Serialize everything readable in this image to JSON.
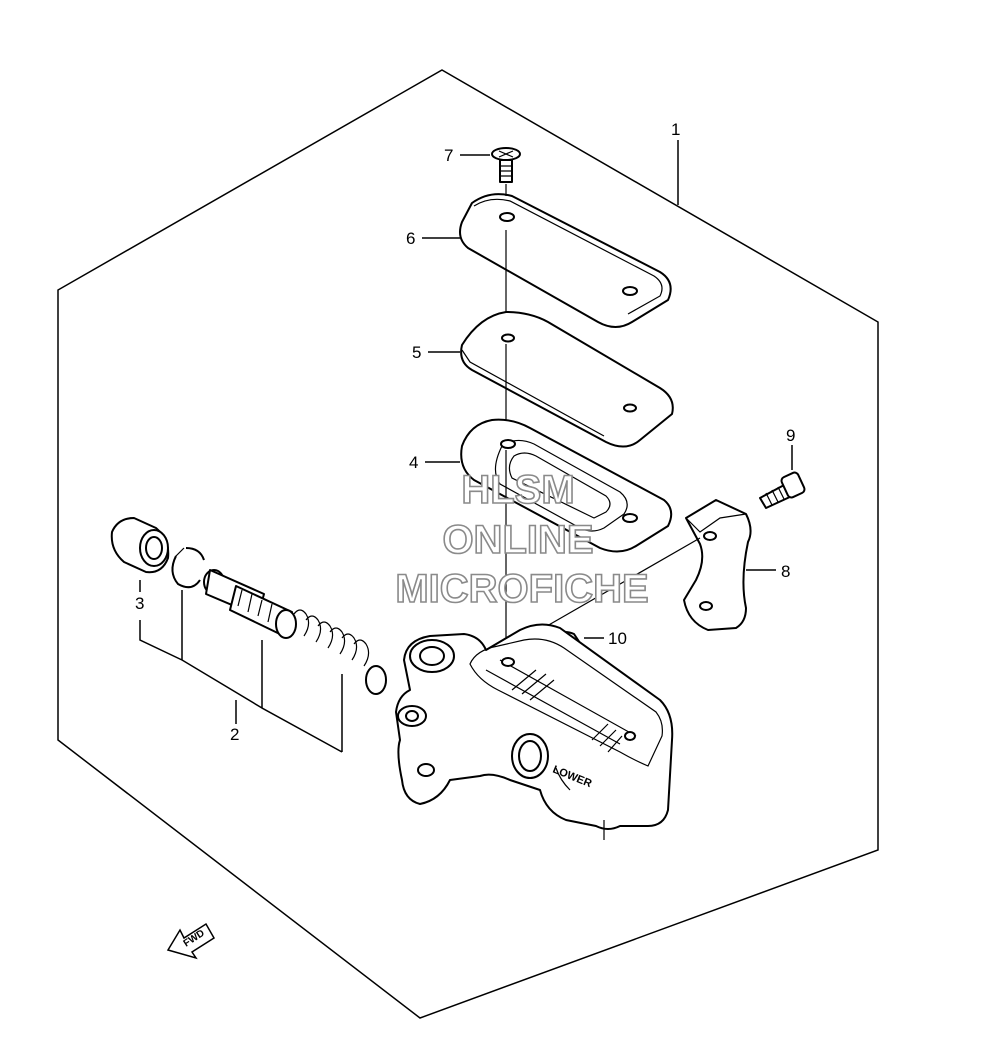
{
  "callouts": {
    "c1": "1",
    "c2": "2",
    "c3": "3",
    "c4": "4",
    "c5": "5",
    "c6": "6",
    "c7": "7",
    "c8": "8",
    "c9": "9",
    "c10": "10"
  },
  "body_marking": "LOWER",
  "fwd_marking": "FWD",
  "watermark": {
    "line1": "HLSM",
    "line2": "ONLINE",
    "line3": "MICROFICHE"
  }
}
